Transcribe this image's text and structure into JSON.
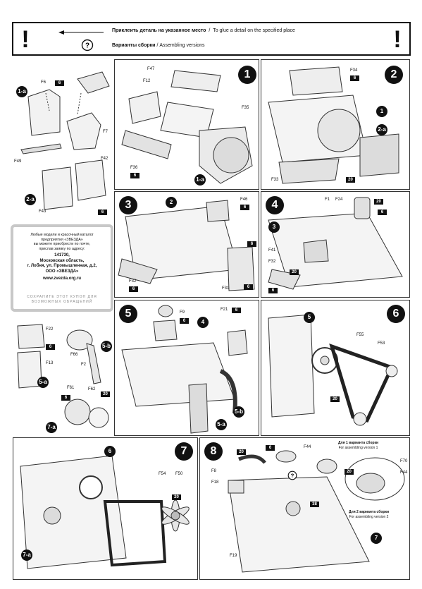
{
  "legend": {
    "glue_ru": "Приклеить деталь на указанное место",
    "glue_en": "To glue a detail on the specified place",
    "versions_ru": "Варианты сборки",
    "versions_en": "Assembling versions",
    "separator": "/"
  },
  "steps": {
    "s1": "1",
    "s2": "2",
    "s3": "3",
    "s4": "4",
    "s5": "5",
    "s6": "6",
    "s7": "7",
    "s8": "8",
    "s1a": "1-a",
    "s2a": "2-a",
    "s5a": "5-a",
    "s7a": "7-a",
    "s5b": "5-b"
  },
  "labels": {
    "p0": [
      "F6",
      "F7",
      "F49",
      "1-a",
      "F42",
      "F43",
      "2-a"
    ],
    "p1": [
      "F47",
      "F12",
      "F35",
      "F36",
      "1-a"
    ],
    "p2": [
      "F34",
      "1",
      "2-a",
      "F33"
    ],
    "p3": [
      "2",
      "F46",
      "F32",
      "F31"
    ],
    "p4": [
      "F24",
      "F1",
      "3",
      "F41",
      "F32"
    ],
    "p5": [
      "F22",
      "F13",
      "F66",
      "F2",
      "F61",
      "F62",
      "F9",
      "4",
      "F21",
      "5-a",
      "5-b"
    ],
    "p6": [
      "5",
      "F55",
      "F53"
    ],
    "p7": [
      "6",
      "F54",
      "F50",
      "7-a"
    ],
    "p8": [
      "F44",
      "F8",
      "F18",
      "F70",
      "F44",
      "F19",
      "7"
    ]
  },
  "badges": [
    "6",
    "20",
    "38"
  ],
  "promo": {
    "line1": "Любые модели и красочный каталог",
    "line2": "предприятия «ЗВЕЗДА»",
    "line3": "вы можете приобрести по почте,",
    "line4": "прислав заявку по адресу:",
    "zip": "141730,",
    "region": "Московская область,",
    "street": "г. Лобня, ул. Промышленная, д.2,",
    "company": "ООО «ЗВЕЗДА»",
    "www": "www.zvezda.org.ru",
    "cut1": "СОХРАНИТЕ ЭТОТ КУПОН ДЛЯ",
    "cut2": "ВОЗМОЖНЫХ ОБРАЩЕНИЙ"
  },
  "variants": {
    "v1_ru": "Для 1 варианта сборки",
    "v1_en": "For assembling version 1",
    "v2_ru": "Для 2 варианта сборки",
    "v2_en": "For assembling version 2"
  }
}
